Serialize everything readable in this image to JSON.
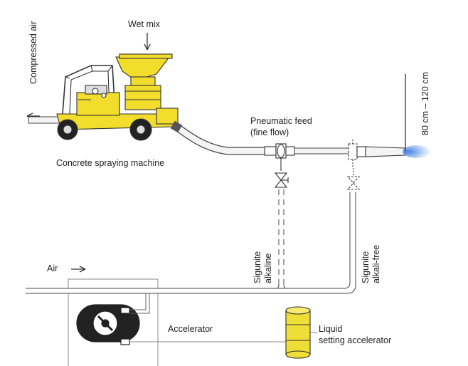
{
  "labels": {
    "wet_mix": "Wet mix",
    "compressed_air": "Compressed air",
    "concrete_machine": "Concrete spraying machine",
    "pneumatic_feed_line1": "Pneumatic feed",
    "pneumatic_feed_line2": "(fine flow)",
    "distance": "80 cm – 120 cm",
    "air": "Air",
    "sigunite_alkaline_line1": "Sigunite",
    "sigunite_alkaline_line2": "alkaline",
    "sigunite_alkalifree_line1": "Sigunite",
    "sigunite_alkalifree_line2": "alkali-free",
    "accelerator": "Accelerator",
    "liquid_line1": "Liquid",
    "liquid_line2": "setting accelerator"
  },
  "colors": {
    "machine_yellow": "#f2dc2c",
    "drum_yellow": "#f0de38",
    "line": "#333333",
    "hose_fill": "#f4f4f4",
    "spray_blue": "#3b7fe0"
  }
}
